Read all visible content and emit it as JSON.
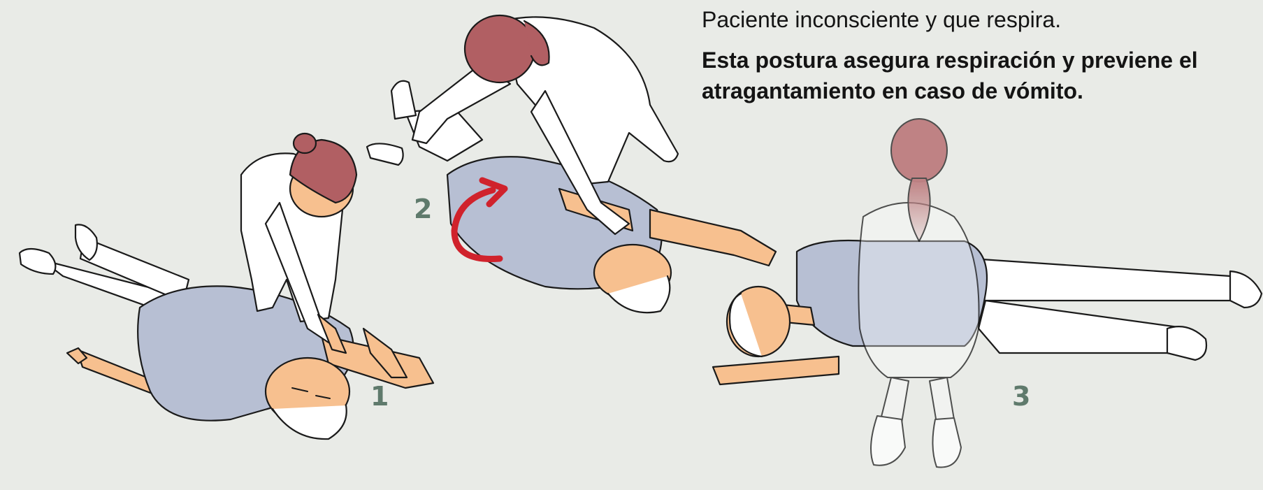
{
  "caption": {
    "line1": "Paciente inconsciente y que respira.",
    "line2": "Esta postura asegura respiración y previene el atragantamiento en caso de vómito."
  },
  "steps": [
    {
      "number": "1"
    },
    {
      "number": "2"
    },
    {
      "number": "3"
    }
  ],
  "colors": {
    "background": "#e9ebe7",
    "shirt": "#b7bfd3",
    "skin": "#f7c08f",
    "hair_rescuer": "#b15f63",
    "hair_patient": "#ffffff",
    "arrow": "#d0222c",
    "step_number": "#5f7a6c",
    "outline": "#1a1a1a"
  },
  "icons": {
    "rotation_arrow": "curved-arrow-icon"
  }
}
